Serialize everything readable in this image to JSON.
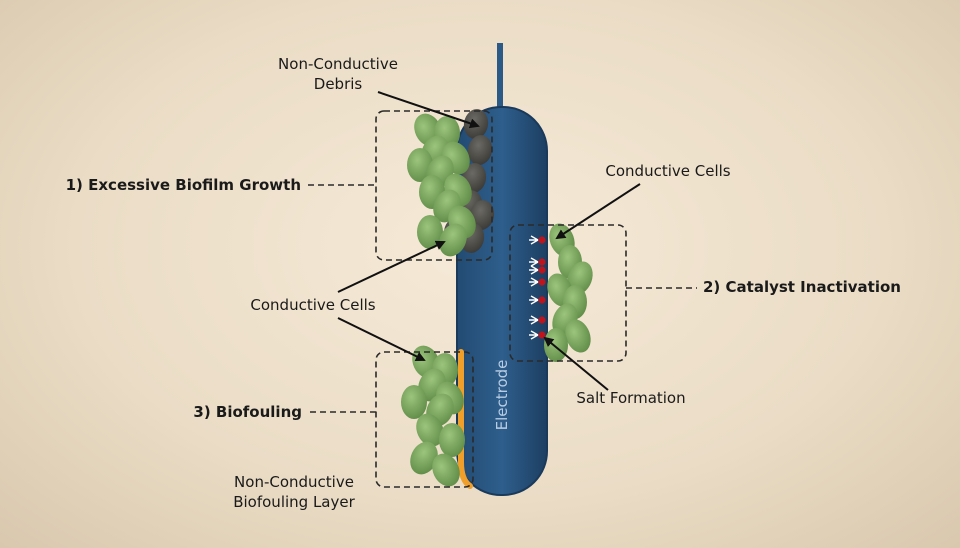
{
  "labels": {
    "debris_line1": "Non-Conductive",
    "debris_line2": "Debris",
    "issue1": "1) Excessive Biofilm Growth",
    "conductive_cells_right": "Conductive Cells",
    "issue2": "2) Catalyst Inactivation",
    "conductive_cells_left": "Conductive Cells",
    "salt_formation": "Salt Formation",
    "issue3": "3) Biofouling",
    "biofouling_line1": "Non-Conductive",
    "biofouling_line2": "Biofouling Layer",
    "electrode": "Electrode"
  },
  "colors": {
    "electrode": "#2c5a86",
    "cell": "#7fae62",
    "debris": "#5a5750",
    "biofouling_layer": "#f0a02a",
    "salt": "#c0141c"
  }
}
